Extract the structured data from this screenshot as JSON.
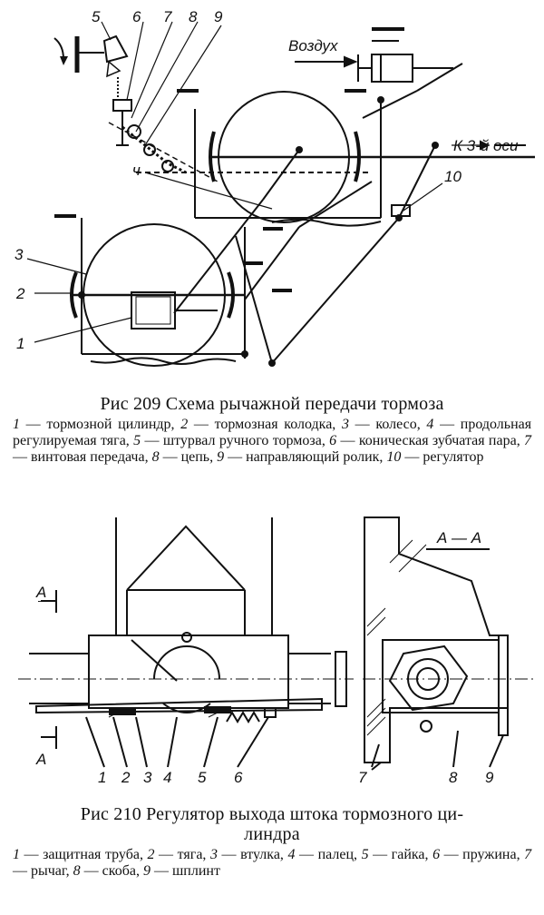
{
  "fig209": {
    "labels": {
      "n5": "5",
      "n6": "6",
      "n7": "7",
      "n8": "8",
      "n9": "9",
      "n4": "ч",
      "n3": "3",
      "n2": "2",
      "n1": "1",
      "n10": "10",
      "air": "Воздух",
      "axle": "К 3-й оси"
    },
    "title": "Рис 209  Схема рычажной передачи тормоза",
    "legend": [
      {
        "num": "1",
        "text": "тормозной цилиндр,"
      },
      {
        "num": "2",
        "text": "тормозная колодка,"
      },
      {
        "num": "3",
        "text": "колесо,"
      },
      {
        "num": "4",
        "text": "продольная регулируемая тяга,"
      },
      {
        "num": "5",
        "text": "штурвал ручного тормоза,"
      },
      {
        "num": "6",
        "text": "коническая зубчатая пара,"
      },
      {
        "num": "7",
        "text": "винтовая передача,"
      },
      {
        "num": "8",
        "text": "цепь,"
      },
      {
        "num": "9",
        "text": "направляющий ролик,"
      },
      {
        "num": "10",
        "text": "регулятор"
      }
    ]
  },
  "fig210": {
    "labels": {
      "secA": "А — А",
      "a_top": "А",
      "a_bot": "А",
      "n1": "1",
      "n2": "2",
      "n3": "3",
      "n4": "4",
      "n5": "5",
      "n6": "6",
      "n7": "7",
      "n8": "8",
      "n9": "9"
    },
    "title_line1": "Рис  210  Регулятор выхода штока тормозного ци-",
    "title_line2": "линдра",
    "legend": [
      {
        "num": "1",
        "text": "защитная труба,"
      },
      {
        "num": "2",
        "text": "тяга,"
      },
      {
        "num": "3",
        "text": "втулка,"
      },
      {
        "num": "4",
        "text": "палец,"
      },
      {
        "num": "5",
        "text": "гайка,"
      },
      {
        "num": "6",
        "text": "пружина,"
      },
      {
        "num": "7",
        "text": "рычаг,"
      },
      {
        "num": "8",
        "text": "скоба,"
      },
      {
        "num": "9",
        "text": "шплинт"
      }
    ]
  }
}
